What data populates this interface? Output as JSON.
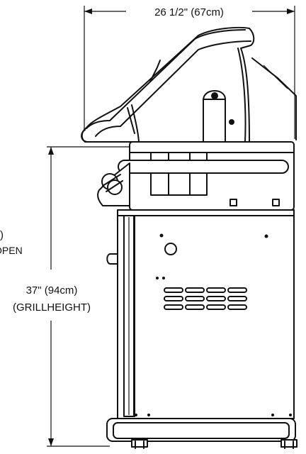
{
  "dimensions": {
    "depth": {
      "value": "26 1/2\" (67cm)"
    },
    "height": {
      "value": "37\" (94cm)",
      "note": "(GRILLHEIGHT)"
    },
    "left_partial": {
      "value": ")",
      "note": "OPEN"
    }
  },
  "colors": {
    "line": "#111111",
    "background": "#ffffff"
  }
}
